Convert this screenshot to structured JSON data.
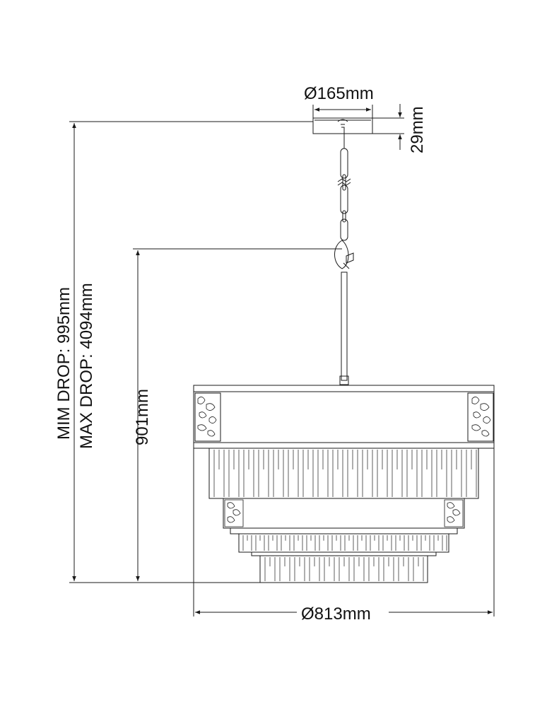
{
  "dimensions": {
    "canopy_diameter": "Ø165mm",
    "canopy_height": "29mm",
    "min_drop": "MIM DROP: 995mm",
    "max_drop": "MAX DROP: 4094mm",
    "body_height": "901mm",
    "body_diameter": "Ø813mm"
  },
  "colors": {
    "line": "#1a1a1a",
    "background": "#ffffff"
  },
  "icons": {
    "diameter_symbol": "Ø"
  }
}
